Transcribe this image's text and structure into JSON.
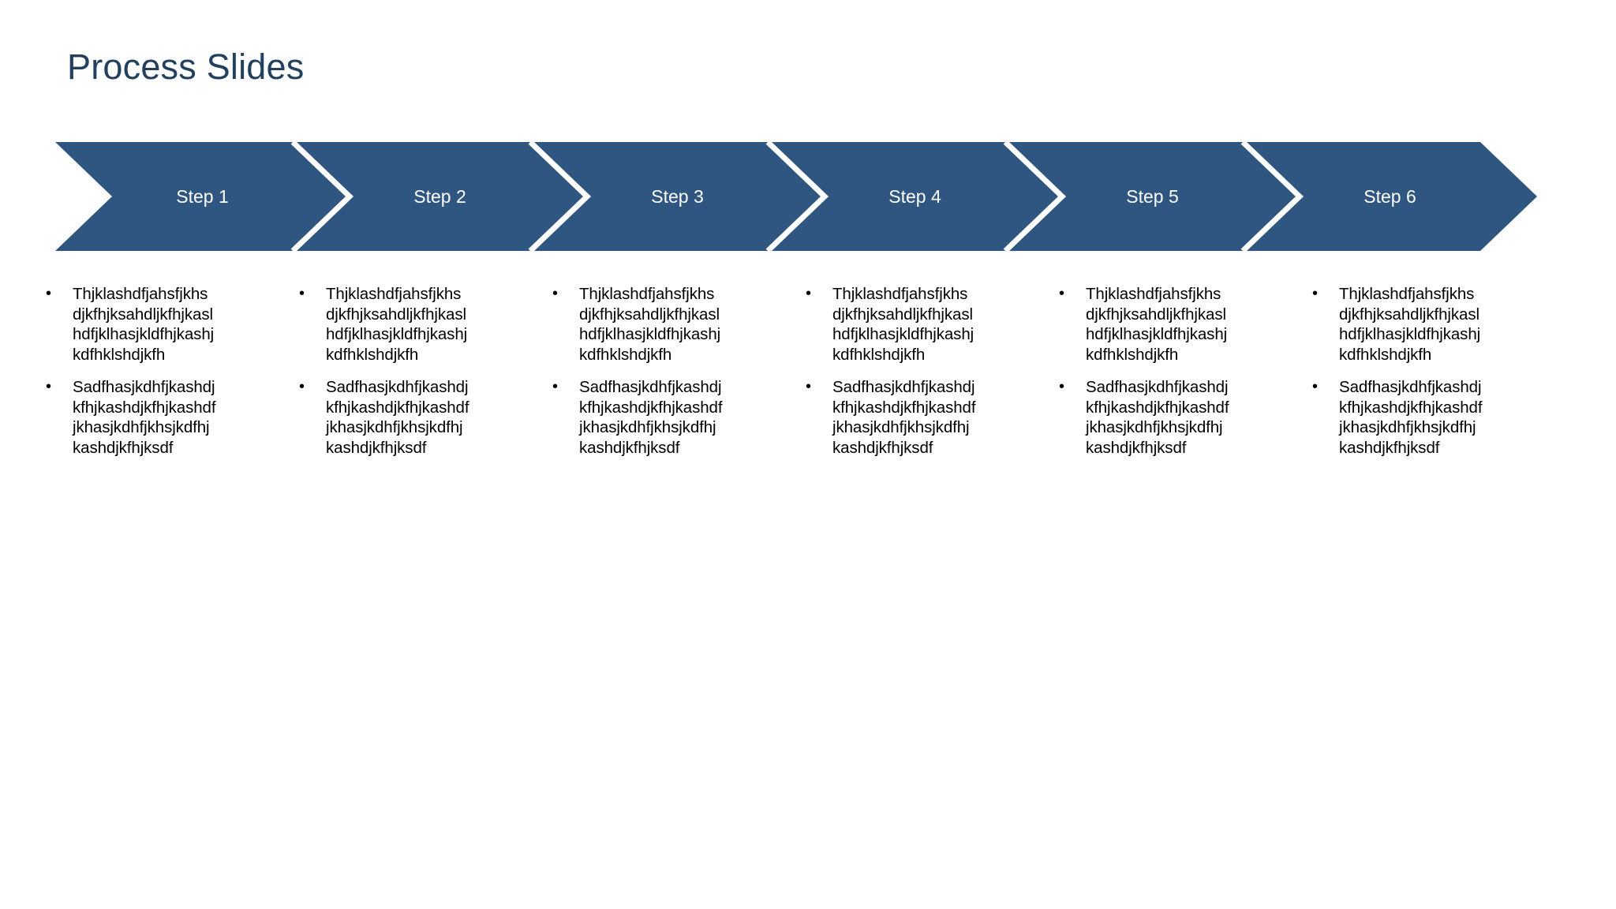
{
  "slide": {
    "title": "Process Slides",
    "background_color": "#ffffff",
    "title_color": "#24405f"
  },
  "process": {
    "accent_color": "#2f5680",
    "separator_color": "#ffffff",
    "label_color": "#ffffff",
    "steps": [
      {
        "label": "Step 1"
      },
      {
        "label": "Step 2"
      },
      {
        "label": "Step 3"
      },
      {
        "label": "Step 4"
      },
      {
        "label": "Step 5"
      },
      {
        "label": "Step 6"
      }
    ]
  },
  "columns": [
    {
      "bullets": [
        "Thjklashdfjahsfjkhs djkfhjksahdljkfhjkasl hdfjklhasjkldfhjkashj kdfhklshdjkfh",
        "Sadfhasjkdhfjkashdj kfhjkashdjkfhjkashdf jkhasjkdhfjkhsjkdfhj kashdjkfhjksdf"
      ]
    },
    {
      "bullets": [
        "Thjklashdfjahsfjkhs djkfhjksahdljkfhjkasl hdfjklhasjkldfhjkashj kdfhklshdjkfh",
        "Sadfhasjkdhfjkashdj kfhjkashdjkfhjkashdf jkhasjkdhfjkhsjkdfhj kashdjkfhjksdf"
      ]
    },
    {
      "bullets": [
        "Thjklashdfjahsfjkhs djkfhjksahdljkfhjkasl hdfjklhasjkldfhjkashj kdfhklshdjkfh",
        "Sadfhasjkdhfjkashdj kfhjkashdjkfhjkashdf jkhasjkdhfjkhsjkdfhj kashdjkfhjksdf"
      ]
    },
    {
      "bullets": [
        "Thjklashdfjahsfjkhs djkfhjksahdljkfhjkasl hdfjklhasjkldfhjkashj kdfhklshdjkfh",
        "Sadfhasjkdhfjkashdj kfhjkashdjkfhjkashdf jkhasjkdhfjkhsjkdfhj kashdjkfhjksdf"
      ]
    },
    {
      "bullets": [
        "Thjklashdfjahsfjkhs djkfhjksahdljkfhjkasl hdfjklhasjkldfhjkashj kdfhklshdjkfh",
        "Sadfhasjkdhfjkashdj kfhjkashdjkfhjkashdf jkhasjkdhfjkhsjkdfhj kashdjkfhjksdf"
      ]
    },
    {
      "bullets": [
        "Thjklashdfjahsfjkhs djkfhjksahdljkfhjkasl hdfjklhasjkldfhjkashj kdfhklshdjkfh",
        "Sadfhasjkdhfjkashdj kfhjkashdjkfhjkashdf jkhasjkdhfjkhsjkdfhj kashdjkfhjksdf"
      ]
    }
  ]
}
